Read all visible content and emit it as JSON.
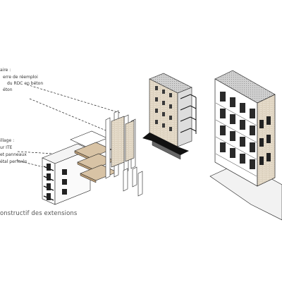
{
  "annotations": {
    "group1": [
      "aire :",
      "erre de réemploi",
      "du RDC en béton",
      "éton"
    ],
    "group2": [
      "illage :",
      "ur ITE",
      "et  panneaux",
      "étal perforés"
    ]
  },
  "caption": "onstructif des extensions",
  "colors": {
    "line": "#222222",
    "wood": "#d8c3a5",
    "wood_dark": "#b89a74",
    "brick": "#e6dccb",
    "shadow": "#9a9a9a",
    "ground": "#f2f2f2"
  }
}
